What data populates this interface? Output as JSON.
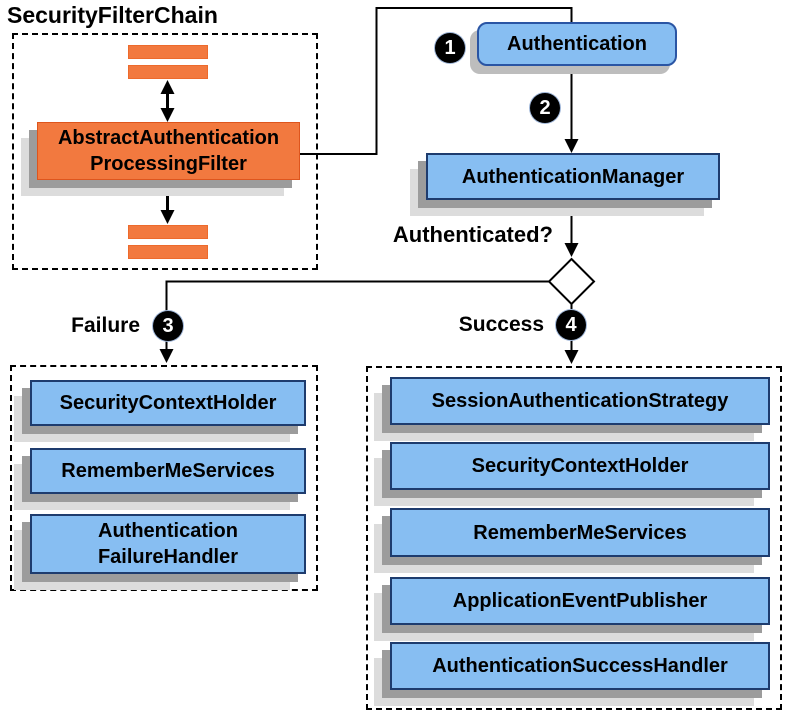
{
  "colors": {
    "orange_fill": "#F2793F",
    "orange_border": "#DE551D",
    "blue_fill": "#87BEF2",
    "blue_border_navy": "#1E3C6E",
    "auth_border_blue": "#2A55A4",
    "shadow_dark": "#9C9C9C",
    "shadow_light": "#DCDCDC",
    "line_black": "#000000"
  },
  "filter_chain": {
    "title": "SecurityFilterChain",
    "filter": {
      "line1": "AbstractAuthentication",
      "line2": "ProcessingFilter"
    }
  },
  "flow": {
    "step1": "1",
    "step2": "2",
    "step3": "3",
    "step4": "4",
    "authentication": "Authentication",
    "authentication_manager": "AuthenticationManager",
    "decision": "Authenticated?",
    "failure": "Failure",
    "success": "Success"
  },
  "failure_box": {
    "item1": "SecurityContextHolder",
    "item2": "RememberMeServices",
    "item3_line1": "Authentication",
    "item3_line2": "FailureHandler"
  },
  "success_box": {
    "item1": "SessionAuthenticationStrategy",
    "item2": "SecurityContextHolder",
    "item3": "RememberMeServices",
    "item4": "ApplicationEventPublisher",
    "item5": "AuthenticationSuccessHandler"
  }
}
